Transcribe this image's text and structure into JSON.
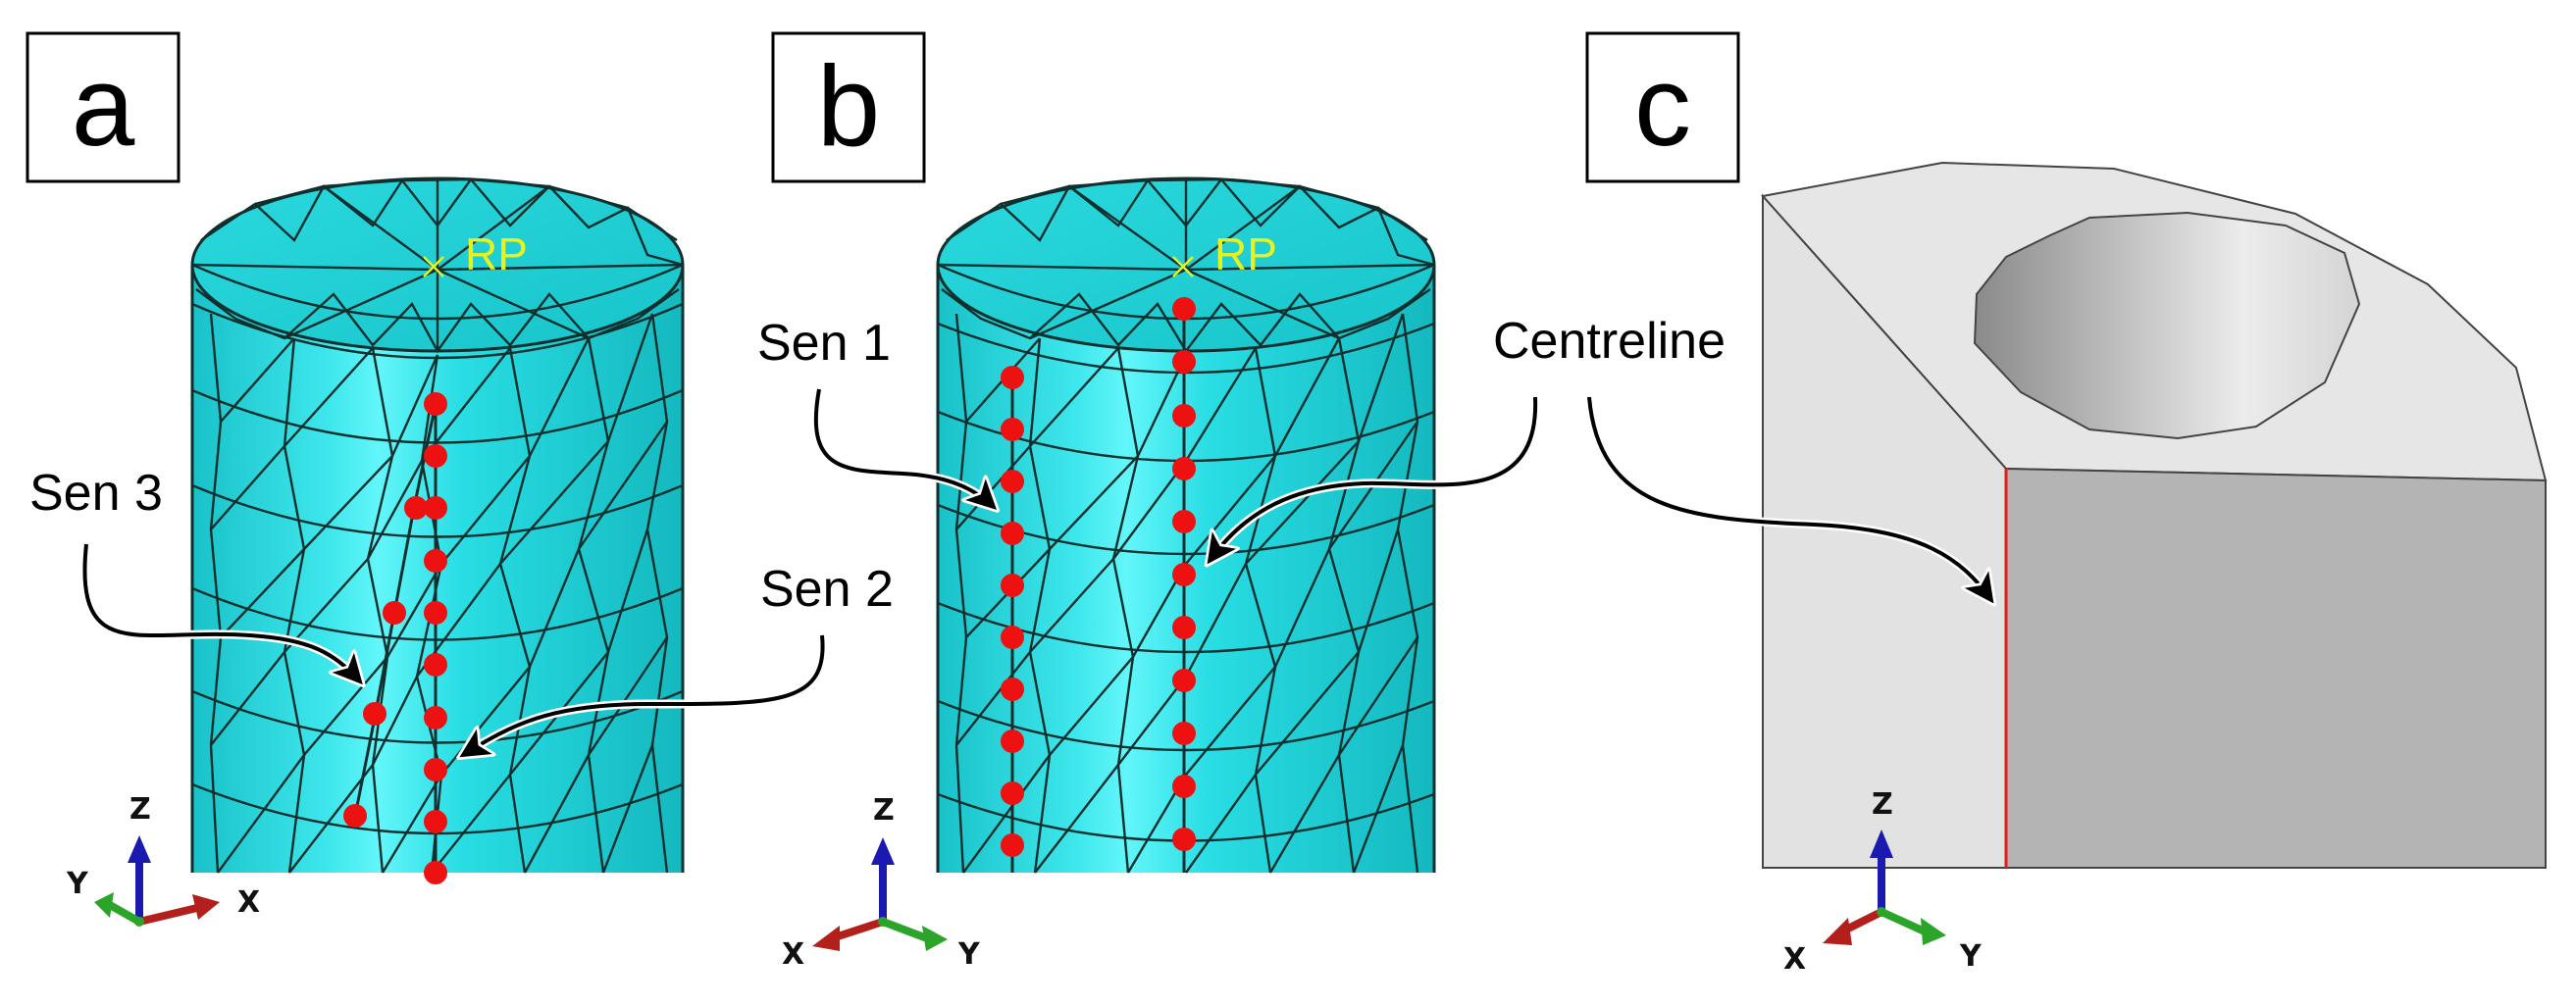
{
  "panels": [
    {
      "label": "a",
      "callouts": [
        "Sen 3",
        "Sen 2"
      ],
      "reference_point": "RP"
    },
    {
      "label": "b",
      "callouts": [
        "Sen 1"
      ],
      "reference_point": "RP"
    },
    {
      "label": "c",
      "callouts": [
        "Centreline"
      ]
    }
  ],
  "axes": {
    "x": "X",
    "y": "Y",
    "z": "Z"
  },
  "colors": {
    "mesh_fill": "#1ed8de",
    "mesh_edge": "#10302f",
    "sensor_node": "#ee1111",
    "rp_marker": "#e8f21c",
    "block_light": "#e4e4e4",
    "block_dark": "#b5b5b5",
    "centreline": "#e21b1b",
    "axis_x": "#b3201b",
    "axis_y": "#2aa52a",
    "axis_z": "#1a1ab0"
  }
}
